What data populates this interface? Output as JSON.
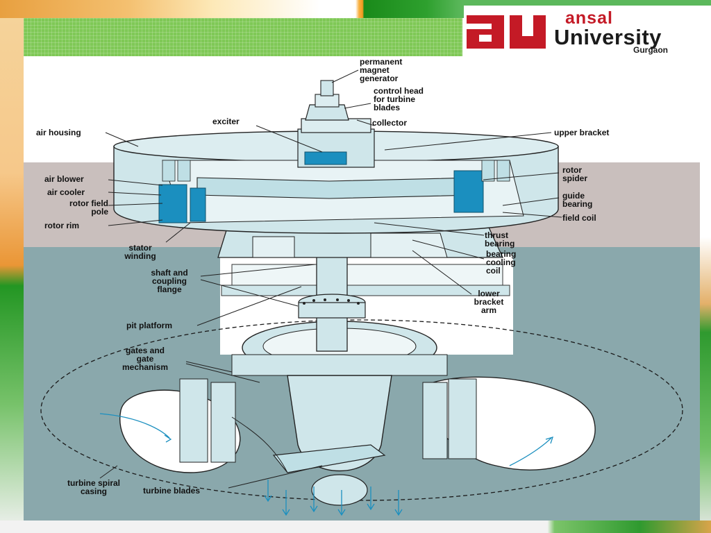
{
  "logo": {
    "mark": "au",
    "line1": "ansal",
    "line2": "University",
    "line3": "Gurgaon"
  },
  "colors": {
    "brand_red": "#c41a26",
    "band_green": "#7fc856",
    "water": "#8aa8ac",
    "machine": "#cfe6ea",
    "coil_blue": "#1b8fbf",
    "backdrop": "#c9bfbd"
  },
  "labels": {
    "permanent_magnet": "permanent\nmagnet\ngenerator",
    "control_head": "control head\nfor turbine\nblades",
    "collector": "collector",
    "exciter": "exciter",
    "air_housing": "air housing",
    "upper_bracket": "upper bracket",
    "air_blower": "air blower",
    "air_cooler": "air cooler",
    "rotor_field_pole": "rotor field\npole",
    "rotor_rim": "rotor rim",
    "rotor_spider": "rotor\nspider",
    "guide_bearing": "guide\nbearing",
    "field_coil": "field coil",
    "stator_winding": "stator\nwinding",
    "thrust_bearing": "thrust\nbearing",
    "bearing_cooling_coil": "bearing\ncooling\ncoil",
    "shaft_coupling": "shaft and\ncoupling\nflange",
    "lower_bracket_arm": "lower\nbracket\narm",
    "pit_platform": "pit platform",
    "gates_mechanism": "gates and\ngate\nmechanism",
    "turbine_spiral_casing": "turbine spiral\ncasing",
    "turbine_blades": "turbine blades"
  }
}
